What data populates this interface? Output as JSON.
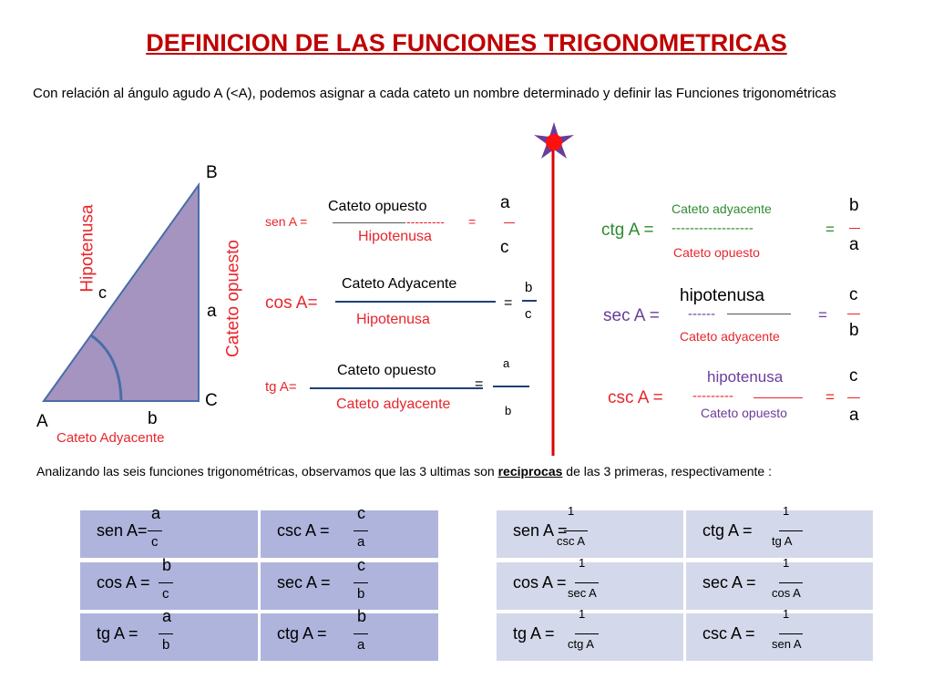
{
  "title": "DEFINICION DE LAS FUNCIONES TRIGONOMETRICAS",
  "intro": "Con relación al ángulo agudo A (<A), podemos asignar a cada cateto un nombre determinado y definir las Funciones trigonométricas",
  "triangle": {
    "vertex_b": "B",
    "vertex_a": "A",
    "vertex_c": "C",
    "side_c": "c",
    "side_a": "a",
    "side_b": "b",
    "hipotenusa": "Hipotenusa",
    "cateto_opuesto": "Cateto opuesto",
    "cateto_adyacente": "Cateto Adyacente"
  },
  "defs": {
    "sen": {
      "label": "sen A =",
      "num": "Cateto opuesto",
      "dashes": "---------",
      "eq": "=",
      "den": "Hipotenusa",
      "fn": "a",
      "fd": "c"
    },
    "cos": {
      "label": "cos A=",
      "num": "Cateto Adyacente",
      "eq": "=",
      "den": "Hipotenusa",
      "fn": "b",
      "fd": "c"
    },
    "tg": {
      "label": "tg A=",
      "num": "Cateto opuesto",
      "eq": "=",
      "den": "Cateto adyacente",
      "fn": "a",
      "fd": "b"
    },
    "ctg": {
      "label": "ctg A =",
      "dashes": "------------------",
      "num": "Cateto adyacente",
      "eq": "=",
      "den": "Cateto opuesto",
      "fn": "b",
      "fd": "a"
    },
    "sec": {
      "label": "sec A =",
      "dashes": "------",
      "num": "hipotenusa",
      "eq": "=",
      "den": "Cateto adyacente",
      "fn": "c",
      "fd": "b"
    },
    "csc": {
      "label": "csc A =",
      "dashes": "---------",
      "num": "hipotenusa",
      "eq": "=",
      "den": "Cateto opuesto",
      "fn": "c",
      "fd": "a"
    }
  },
  "conclusion": {
    "pre": "Analizando las seis funciones trigonométricas, observamos que las 3 ultimas son ",
    "bold": "reciprocas",
    "post": " de las 3 primeras, respectivamente :"
  },
  "table1": [
    {
      "l_label": "sen A=",
      "l_num": "a",
      "l_den": "c",
      "r_label": "csc A =",
      "r_num": "c",
      "r_den": "a"
    },
    {
      "l_label": "cos A =",
      "l_num": "b",
      "l_den": "c",
      "r_label": "sec A =",
      "r_num": "c",
      "r_den": "b"
    },
    {
      "l_label": "tg A =",
      "l_num": "a",
      "l_den": "b",
      "r_label": "ctg A =",
      "r_num": "b",
      "r_den": "a"
    }
  ],
  "table2": [
    {
      "l_label": "sen A =",
      "l_num": "1",
      "l_den": "csc A",
      "r_label": "ctg A =",
      "r_num": "1",
      "r_den": "tg A"
    },
    {
      "l_label": "cos A =",
      "l_num": "1",
      "l_den": "sec A",
      "r_label": "sec A =",
      "r_num": "1",
      "r_den": "cos A"
    },
    {
      "l_label": "tg A =",
      "l_num": "1",
      "l_den": "ctg A",
      "r_label": "csc A =",
      "r_num": "1",
      "r_den": "sen A"
    }
  ],
  "colors": {
    "title": "#c00000",
    "red": "#e8262c",
    "green": "#2e8b2e",
    "purple": "#6a3d9a",
    "triangle": "#a594c0",
    "table_dark": "#aeb4dc",
    "table_light": "#d3d8ea"
  }
}
